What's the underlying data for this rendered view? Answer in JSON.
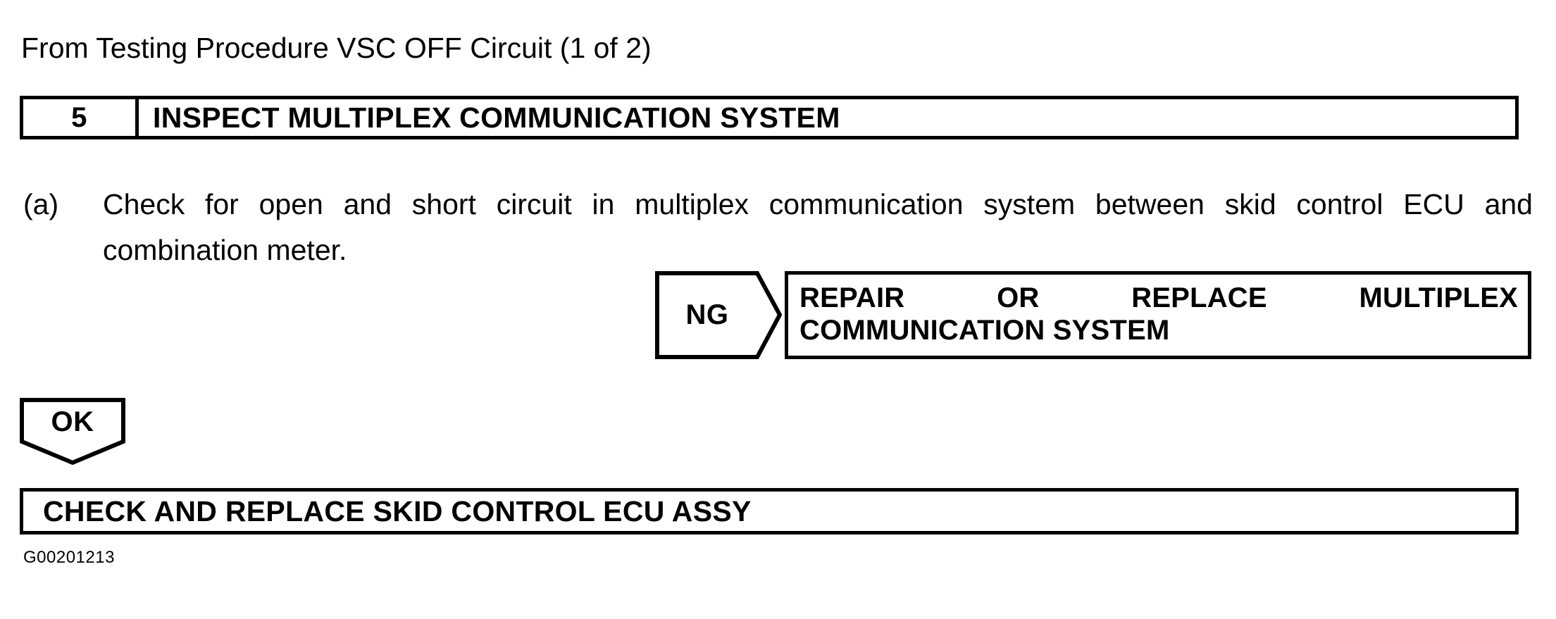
{
  "document": {
    "source_reference": "From Testing Procedure VSC OFF Circuit (1 of 2)",
    "figure_id": "G00201213"
  },
  "step": {
    "number": "5",
    "title": "INSPECT MULTIPLEX COMMUNICATION SYSTEM"
  },
  "instruction": {
    "marker": "(a)",
    "line1": "Check for open and short circuit in multiplex communication system between skid control ECU and",
    "line2": "combination meter."
  },
  "branch_ng": {
    "label": "NG",
    "result_line1": "REPAIR OR REPLACE MULTIPLEX",
    "result_line2": "COMMUNICATION SYSTEM"
  },
  "branch_ok": {
    "label": "OK"
  },
  "outcome": {
    "text": "CHECK AND REPLACE SKID CONTROL ECU ASSY"
  },
  "colors": {
    "ink": "#000000",
    "paper": "#ffffff"
  }
}
